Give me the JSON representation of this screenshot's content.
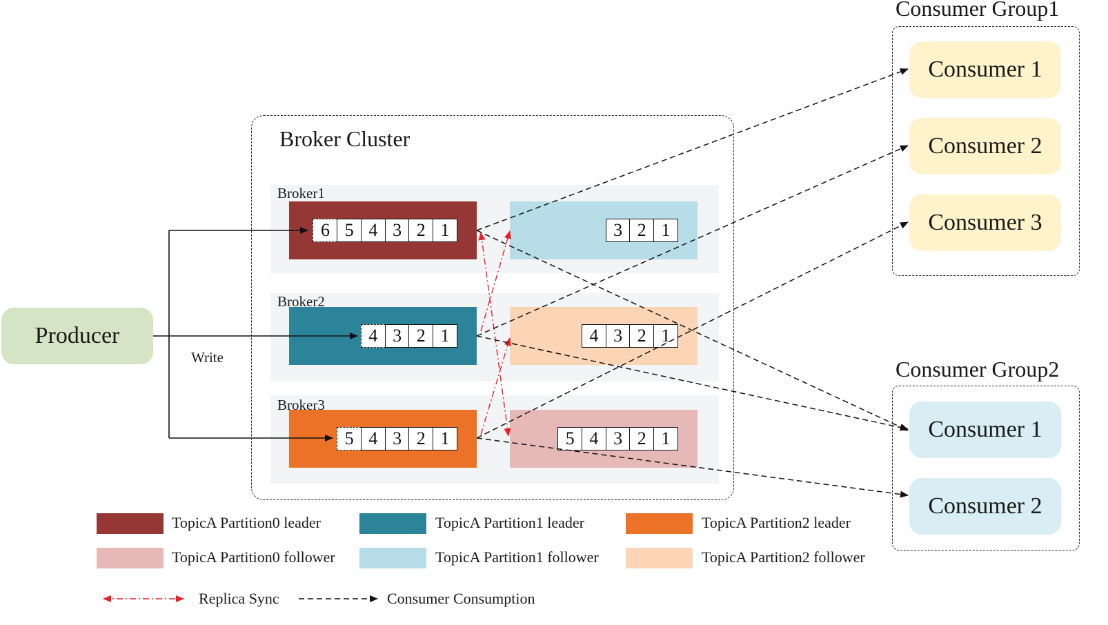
{
  "producer": {
    "label": "Producer",
    "write_label": "Write"
  },
  "cluster": {
    "title": "Broker Cluster"
  },
  "brokers": [
    {
      "name": "Broker1",
      "leader": {
        "cells": [
          "6",
          "5",
          "4",
          "3",
          "2",
          "1"
        ],
        "color": "#953735",
        "new_first": true
      },
      "follower": {
        "cells": [
          "3",
          "2",
          "1"
        ],
        "color": "#b7dde8"
      }
    },
    {
      "name": "Broker2",
      "leader": {
        "cells": [
          "4",
          "3",
          "2",
          "1"
        ],
        "color": "#2b849a",
        "new_first": true
      },
      "follower": {
        "cells": [
          "4",
          "3",
          "2",
          "1"
        ],
        "color": "#fbd5b5"
      }
    },
    {
      "name": "Broker3",
      "leader": {
        "cells": [
          "5",
          "4",
          "3",
          "2",
          "1"
        ],
        "color": "#ec7227",
        "new_first": true
      },
      "follower": {
        "cells": [
          "5",
          "4",
          "3",
          "2",
          "1"
        ],
        "color": "#e6b9b8"
      }
    }
  ],
  "groups": [
    {
      "title": "Consumer Group1",
      "consumers": [
        "Consumer 1",
        "Consumer 2",
        "Consumer 3"
      ],
      "color": "#fff3cc"
    },
    {
      "title": "Consumer Group2",
      "consumers": [
        "Consumer 1",
        "Consumer 2"
      ],
      "color": "#d8edf4"
    }
  ],
  "legend": [
    {
      "label": "TopicA Partition0 leader",
      "color": "#953735"
    },
    {
      "label": "TopicA Partition1 leader",
      "color": "#2b849a"
    },
    {
      "label": "TopicA Partition2 leader",
      "color": "#ec7227"
    },
    {
      "label": "TopicA Partition0 follower",
      "color": "#e6b9b8"
    },
    {
      "label": "TopicA Partition1 follower",
      "color": "#b7dde8"
    },
    {
      "label": "TopicA Partition2 follower",
      "color": "#fbd5b5"
    }
  ],
  "line_legend": {
    "replica_sync": "Replica Sync",
    "consumer_consumption": "Consumer Consumption"
  },
  "colors": {
    "replica_sync": "#e8202a",
    "consumption": "#111111",
    "write": "#111111"
  }
}
